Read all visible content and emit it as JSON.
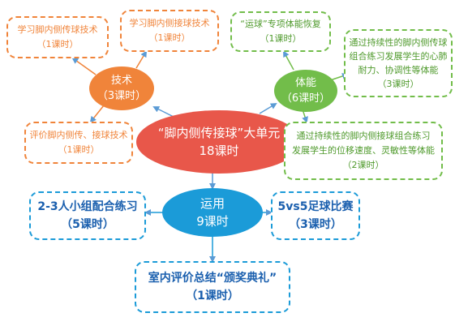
{
  "colors": {
    "orange": "#f0843a",
    "green": "#72bd4a",
    "red": "#e8574a",
    "blue": "#1b9bd8",
    "blue_text": "#1a5fae",
    "link": "#5b9bd5"
  },
  "center": {
    "line1": "“脚内侧传接球”大单元",
    "line2": "18课时"
  },
  "skill": {
    "label": "技术",
    "hours": "（3课时）",
    "items": [
      {
        "line1": "学习脚内侧传球技术",
        "line2": "（1课时）"
      },
      {
        "line1": "学习脚内侧接球技术",
        "line2": "（1课时）"
      },
      {
        "line1": "评价脚内侧传、接球技术",
        "line2": "（1课时）"
      }
    ]
  },
  "fitness": {
    "label": "体能",
    "hours": "（6课时）",
    "items": [
      {
        "line1": "“运球”专项体能恢复",
        "line2": "（1课时）"
      },
      {
        "line1": "通过持续性的脚内侧传球",
        "line2": "组合练习发展学生的心肺",
        "line3": "耐力、协调性等体能",
        "line4": "（3课时）"
      },
      {
        "line1": "通过持续性的脚内侧接球组合练习",
        "line2": "发展学生的位移速度、灵敏性等体能",
        "line3": "（2课时）"
      }
    ]
  },
  "apply": {
    "label": "运用",
    "hours": "9课时",
    "items": [
      {
        "line1": "2-3人小组配合练习",
        "line2": "（5课时）"
      },
      {
        "line1": "5vs5足球比赛",
        "line2": "（3课时）"
      },
      {
        "line1": "室内评价总结“颁奖典礼”",
        "line2": "（1课时）"
      }
    ]
  }
}
